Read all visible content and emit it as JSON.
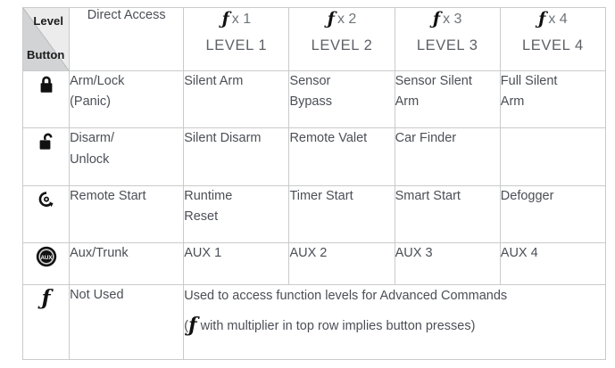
{
  "table": {
    "corner": {
      "top_label": "Level",
      "bottom_label": "Button"
    },
    "columns": [
      {
        "key": "button",
        "label": ""
      },
      {
        "key": "direct",
        "label": "Direct Access",
        "shaded": false
      },
      {
        "key": "level1",
        "multiplier": "x 1",
        "label": "LEVEL 1",
        "shaded": true
      },
      {
        "key": "level2",
        "multiplier": "x 2",
        "label": "LEVEL 2",
        "shaded": false
      },
      {
        "key": "level3",
        "multiplier": "x 3",
        "label": "LEVEL 3",
        "shaded": true
      },
      {
        "key": "level4",
        "multiplier": "x 4",
        "label": "LEVEL 4",
        "shaded": false
      }
    ],
    "rows": [
      {
        "icon": "padlock-closed-icon",
        "direct_line1": "Arm/Lock",
        "direct_line2": "(Panic)",
        "level1_line1": "Silent Arm",
        "level1_line2": "",
        "level2_line1": "Sensor",
        "level2_line2": "Bypass",
        "level3_line1": "Sensor Silent",
        "level3_line2": "Arm",
        "level4_line1": "Full Silent",
        "level4_line2": "Arm"
      },
      {
        "icon": "padlock-open-icon",
        "direct_line1": "Disarm/",
        "direct_line2": "Unlock",
        "level1_line1": "Silent Disarm",
        "level1_line2": "",
        "level2_line1": "Remote Valet",
        "level2_line2": "",
        "level3_line1": "Car Finder",
        "level3_line2": "",
        "level4_line1": "",
        "level4_line2": ""
      },
      {
        "icon": "remote-start-icon",
        "direct_line1": "Remote Start",
        "direct_line2": "",
        "level1_line1": "Runtime",
        "level1_line2": "Reset",
        "level2_line1": "Timer Start",
        "level2_line2": "",
        "level3_line1": "Smart Start",
        "level3_line2": "",
        "level4_line1": "Defogger",
        "level4_line2": ""
      },
      {
        "icon": "aux-circle-icon",
        "direct_line1": "Aux/Trunk",
        "direct_line2": "",
        "level1_line1": "AUX 1",
        "level1_line2": "",
        "level2_line1": "AUX 2",
        "level2_line2": "",
        "level3_line1": "AUX 3",
        "level3_line2": "",
        "level4_line1": "AUX 4",
        "level4_line2": ""
      }
    ],
    "footer_row": {
      "icon": "function-f-icon",
      "direct": "Not Used",
      "note_line1": "Used to access function levels for Advanced Commands",
      "note_line2_before": "(",
      "note_line2_after": " with multiplier in top row implies button presses)"
    },
    "colors": {
      "shade": "#d2d3d4",
      "border": "#c9cacb",
      "text": "#5d6166",
      "header_bold_text": "#1b1b1b",
      "icon": "#111111",
      "corner_light": "#ececec"
    }
  }
}
